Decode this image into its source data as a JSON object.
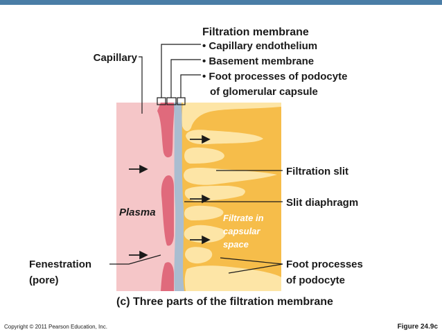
{
  "diagram": {
    "heading": "Filtration membrane",
    "components": [
      "• Capillary endothelium",
      "• Basement membrane",
      "• Foot processes of podocyte",
      "of glomerular capsule"
    ],
    "capillary_label": "Capillary",
    "filtration_slit_label": "Filtration slit",
    "slit_diaphragm_label": "Slit diaphragm",
    "plasma_label": "Plasma",
    "filtrate_label": [
      "Filtrate in",
      "capsular",
      "space"
    ],
    "fenestration_label": [
      "Fenestration",
      "(pore)"
    ],
    "foot_processes_label": [
      "Foot processes",
      "of podocyte"
    ],
    "caption": "(c) Three parts of the filtration membrane"
  },
  "footer": {
    "copyright": "Copyright © 2011 Pearson Education, Inc.",
    "figure": "Figure 24.9c"
  },
  "colors": {
    "top_bar": "#4a7da6",
    "capillary": "#f5c6c8",
    "endothelium": "#e06a7c",
    "basement_membrane": "#a9bdd0",
    "capsular_space": "#f6bd4a",
    "podocyte": "#fde5a6"
  }
}
